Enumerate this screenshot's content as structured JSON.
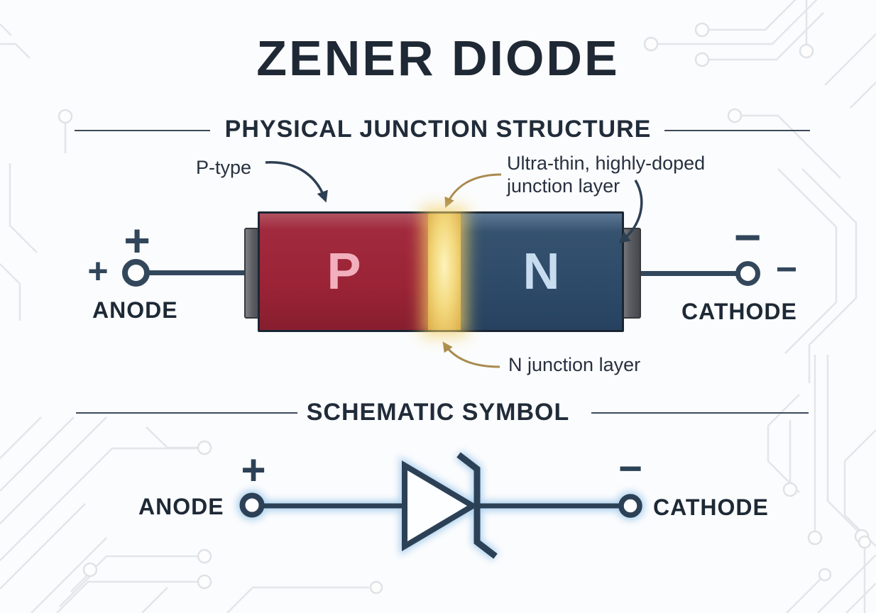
{
  "title": "ZENER DIODE",
  "physical_section": {
    "heading": "PHYSICAL JUNCTION STRUCTURE",
    "p_type_label": "P-type",
    "junction_label_line1": "Ultra-thin, highly-doped",
    "junction_label_line2": "junction layer",
    "n_junction_label": "N junction layer",
    "p_region_label": "P",
    "n_region_label": "N",
    "anode_label": "ANODE",
    "cathode_label": "CATHODE",
    "anode_plus": "+",
    "anode_plus_secondary": "+",
    "cathode_minus": "−",
    "cathode_minus_secondary": "−"
  },
  "schematic_section": {
    "heading": "SCHEMATIC SYMBOL",
    "anode_label": "ANODE",
    "cathode_label": "CATHODE",
    "plus": "+",
    "minus": "−"
  },
  "colors": {
    "background": "#FBFCFD",
    "text_ink": "#212C3A",
    "terminal_ink": "#32465B",
    "p_region_red": "#9B2336",
    "n_region_blue": "#2D4A69",
    "junction_gold": "#F3D87C",
    "gold_arrow": "#A98B4F",
    "symbol_glow_blue": "#A9CFEE",
    "trace_gray": "#E3E5E9"
  }
}
